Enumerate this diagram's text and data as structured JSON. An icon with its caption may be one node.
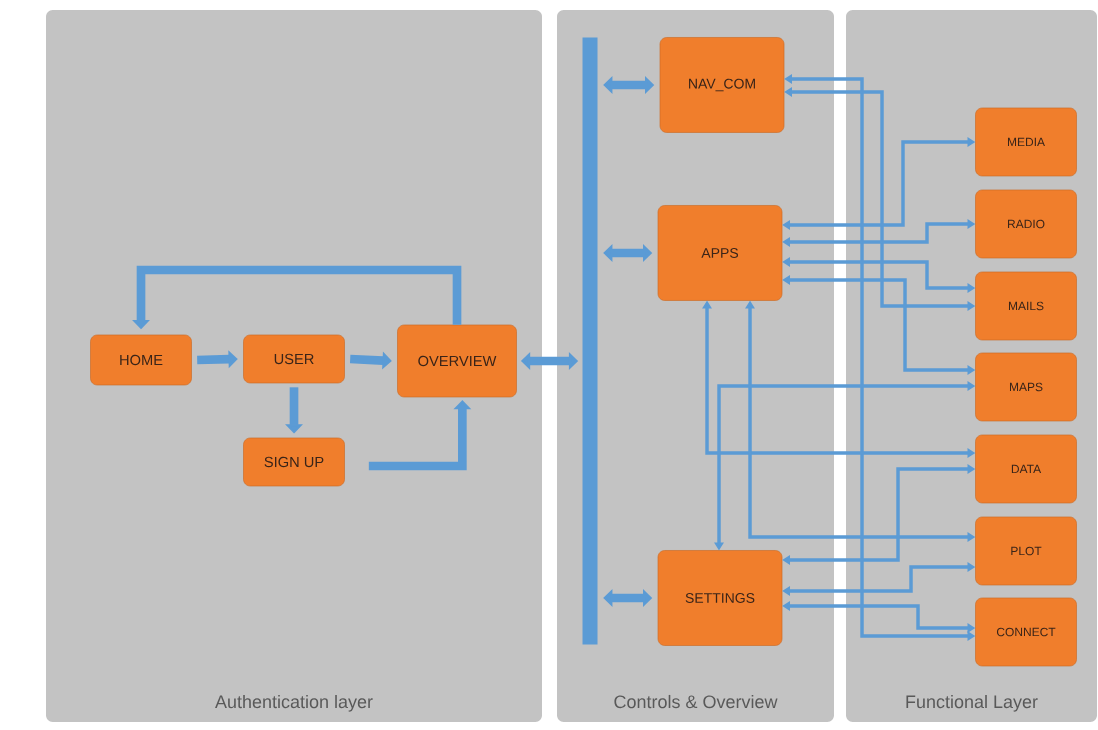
{
  "diagram": {
    "nodes": [
      {
        "text": [
          "Authentication layer"
        ]
      },
      {
        "text": [
          "HOME"
        ],
        "in": 0
      },
      {
        "text": [
          "USER"
        ],
        "in": 0
      },
      {
        "text": [
          "OVERVIEW"
        ],
        "in": 0
      },
      {
        "text": [
          "SIGN UP"
        ],
        "in": 0
      },
      {
        "text": [
          "Controls & Overview"
        ]
      },
      {
        "text": [],
        "shape": "bar",
        "in": 5
      },
      {
        "text": [
          "NAV_COM"
        ],
        "in": 5
      },
      {
        "text": [
          "APPS"
        ],
        "in": 5
      },
      {
        "text": [
          "SETTINGS"
        ],
        "in": 5
      },
      {
        "text": [
          "Functional Layer"
        ]
      },
      {
        "text": [
          "MEDIA"
        ],
        "in": 10
      },
      {
        "text": [
          "RADIO"
        ],
        "in": 10
      },
      {
        "text": [
          "MAILS"
        ],
        "in": 10
      },
      {
        "text": [
          "MAPS"
        ],
        "in": 10
      },
      {
        "text": [
          "DATA"
        ],
        "in": 10
      },
      {
        "text": [
          "PLOT"
        ],
        "in": 10
      },
      {
        "text": [
          "CONNECT"
        ],
        "in": 10
      }
    ],
    "edges": [
      {
        "from": 1,
        "to": 2,
        "arrow": "to",
        "style": "thick"
      },
      {
        "from": 2,
        "to": 3,
        "arrow": "to",
        "style": "thick"
      },
      {
        "from": 2,
        "to": 4,
        "arrow": "to",
        "style": "thick"
      },
      {
        "from": 4,
        "to": 3,
        "arrow": "to",
        "style": "thick"
      },
      {
        "from": 3,
        "to": 1,
        "arrow": "to",
        "style": "thick"
      },
      {
        "from": 3,
        "to": 6,
        "arrow": "both",
        "style": "thick"
      },
      {
        "from": 6,
        "to": 7,
        "arrow": "both",
        "style": "thick"
      },
      {
        "from": 6,
        "to": 8,
        "arrow": "both",
        "style": "thick"
      },
      {
        "from": 6,
        "to": 9,
        "arrow": "both",
        "style": "thick"
      },
      {
        "from": 7,
        "to": 17,
        "arrow": "both"
      },
      {
        "from": 7,
        "to": 13,
        "arrow": "both"
      },
      {
        "from": 8,
        "to": 11,
        "arrow": "both"
      },
      {
        "from": 8,
        "to": 12,
        "arrow": "both"
      },
      {
        "from": 8,
        "to": 13,
        "arrow": "both"
      },
      {
        "from": 8,
        "to": 14,
        "arrow": "both"
      },
      {
        "from": 8,
        "to": 15,
        "arrow": "both"
      },
      {
        "from": 8,
        "to": 16,
        "arrow": "both"
      },
      {
        "from": 9,
        "to": 14,
        "arrow": "both"
      },
      {
        "from": 9,
        "to": 15,
        "arrow": "both"
      },
      {
        "from": 9,
        "to": 16,
        "arrow": "both"
      },
      {
        "from": 9,
        "to": 17,
        "arrow": "both"
      }
    ]
  }
}
